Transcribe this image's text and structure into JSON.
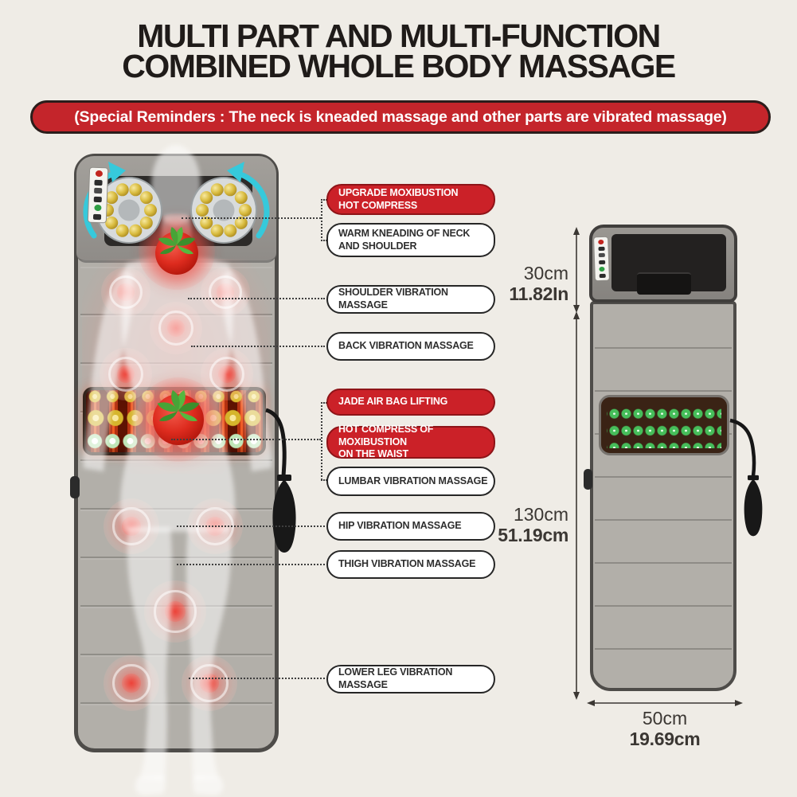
{
  "header": {
    "title_line1": "MULTI PART AND MULTI-FUNCTION",
    "title_line2": "COMBINED WHOLE BODY MASSAGE",
    "reminder": "(Special Reminders : The neck is kneaded massage and other parts are vibrated massage)"
  },
  "callouts": [
    {
      "text": "UPGRADE MOXIBUSTION\nHOT COMPRESS",
      "style": "red"
    },
    {
      "text": "WARM KNEADING OF NECK\nAND SHOULDER",
      "style": "white"
    },
    {
      "text": "SHOULDER VIBRATION MASSAGE",
      "style": "white"
    },
    {
      "text": "BACK VIBRATION MASSAGE",
      "style": "white"
    },
    {
      "text": "JADE AIR BAG LIFTING",
      "style": "red"
    },
    {
      "text": "HOT COMPRESS OF MOXIBUSTION\nON THE WAIST",
      "style": "red"
    },
    {
      "text": "LUMBAR VIBRATION MASSAGE",
      "style": "white"
    },
    {
      "text": "HIP VIBRATION MASSAGE",
      "style": "white"
    },
    {
      "text": "THIGH VIBRATION MASSAGE",
      "style": "white"
    },
    {
      "text": "LOWER LEG VIBRATION MASSAGE",
      "style": "white"
    }
  ],
  "dimensions": {
    "pillow_height_cm": "30cm",
    "pillow_height_in": "11.82In",
    "mat_height_cm": "130cm",
    "mat_height_in": "51.19cm",
    "width_cm": "50cm",
    "width_in": "19.69cm"
  },
  "icons": {
    "rotation_arrows": "teal-circular-kneading-arrows",
    "herb": "moxibustion-herb-leaves",
    "air_pump": "hand-air-pump-bulb",
    "remote": "wired-remote-control"
  },
  "colors": {
    "accent_red": "#c4252b",
    "pill_red": "#cb2128",
    "jade_green": "#46bd5a",
    "teal_arrow": "#36c9db",
    "background": "#efece6",
    "mat_grey": "#b2afa9"
  }
}
